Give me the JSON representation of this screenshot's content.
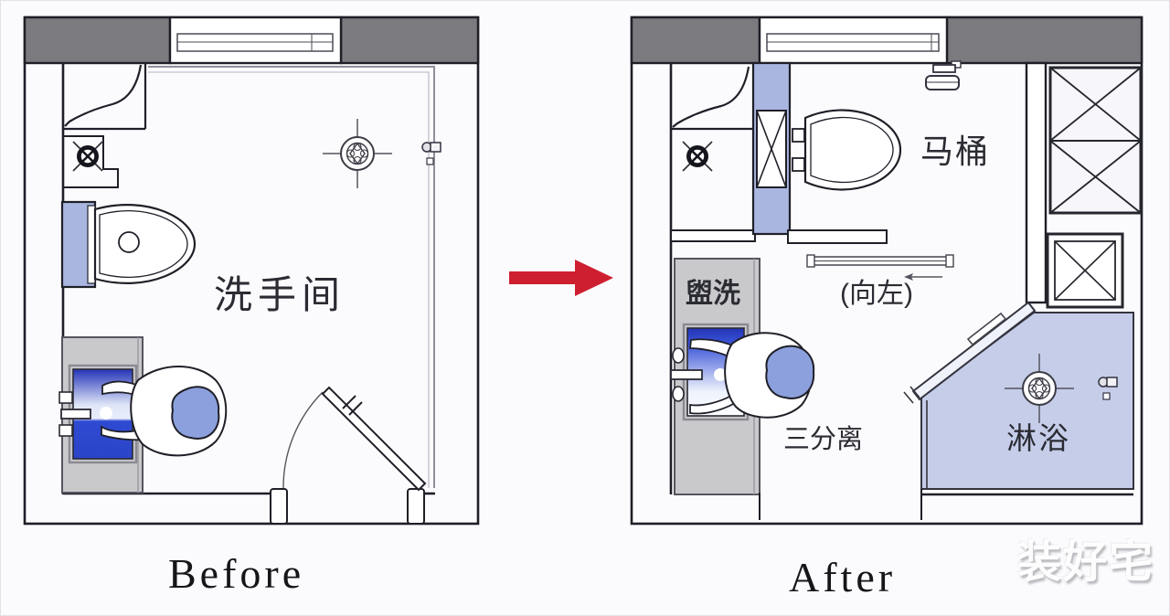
{
  "page": {
    "background": "#fbfbfd",
    "type": "bathroom renovation floor plan, before and after comparison"
  },
  "panels": {
    "before": {
      "caption": "Before",
      "room_label": "洗手间"
    },
    "after": {
      "caption": "After",
      "toilet_label": "马桶",
      "wash_label": "盥洗",
      "door_direction_label": "(向左)",
      "separation_label": "三分离",
      "shower_label": "淋浴"
    }
  },
  "watermark": "装好宅",
  "transform": {
    "arrow_direction": "right"
  },
  "colors": {
    "wall_fill": "#7b7a7e",
    "line_dark": "#1f1f28",
    "inner_wall_gray": "#8f8f9c",
    "counter_gray": "#c9c9cc",
    "partition_blue": "#a9b6e0",
    "shower_blue": "#c5cde9",
    "sink_blue_dark": "#2433b8",
    "sink_blue_bottom": "#2b44c8",
    "person_head_blue": "#8ba0dc",
    "arrow_red": "#ce1f30"
  },
  "icons": [
    {
      "name": "window-icon",
      "desc": "window opening in top wall"
    },
    {
      "name": "floor-drain-icon",
      "desc": "round floor drain with cross"
    },
    {
      "name": "ceiling-light-icon",
      "desc": "ceiling lamp symbol with crosshair"
    },
    {
      "name": "toilet-icon",
      "desc": "toilet in plan view"
    },
    {
      "name": "sink-icon",
      "desc": "wash basin with blue water"
    },
    {
      "name": "faucet-icon",
      "desc": "basin faucet and handles"
    },
    {
      "name": "person-figure",
      "desc": "person washing hands, top view"
    },
    {
      "name": "swing-door-icon",
      "desc": "inward swinging entry door with arc"
    },
    {
      "name": "sliding-door-icon",
      "desc": "sliding door track, slides left"
    },
    {
      "name": "left-arrow-icon",
      "desc": "small arrow showing slide direction"
    },
    {
      "name": "shower-door-icon",
      "desc": "diagonal glass shower door"
    },
    {
      "name": "storage-shaft-icon",
      "desc": "crossed-box storage / shaft"
    },
    {
      "name": "paper-holder-icon",
      "desc": "toilet paper holder"
    },
    {
      "name": "valve-icon",
      "desc": "small wall water valve"
    },
    {
      "name": "transform-arrow-icon",
      "desc": "large red arrow from before to after"
    }
  ]
}
